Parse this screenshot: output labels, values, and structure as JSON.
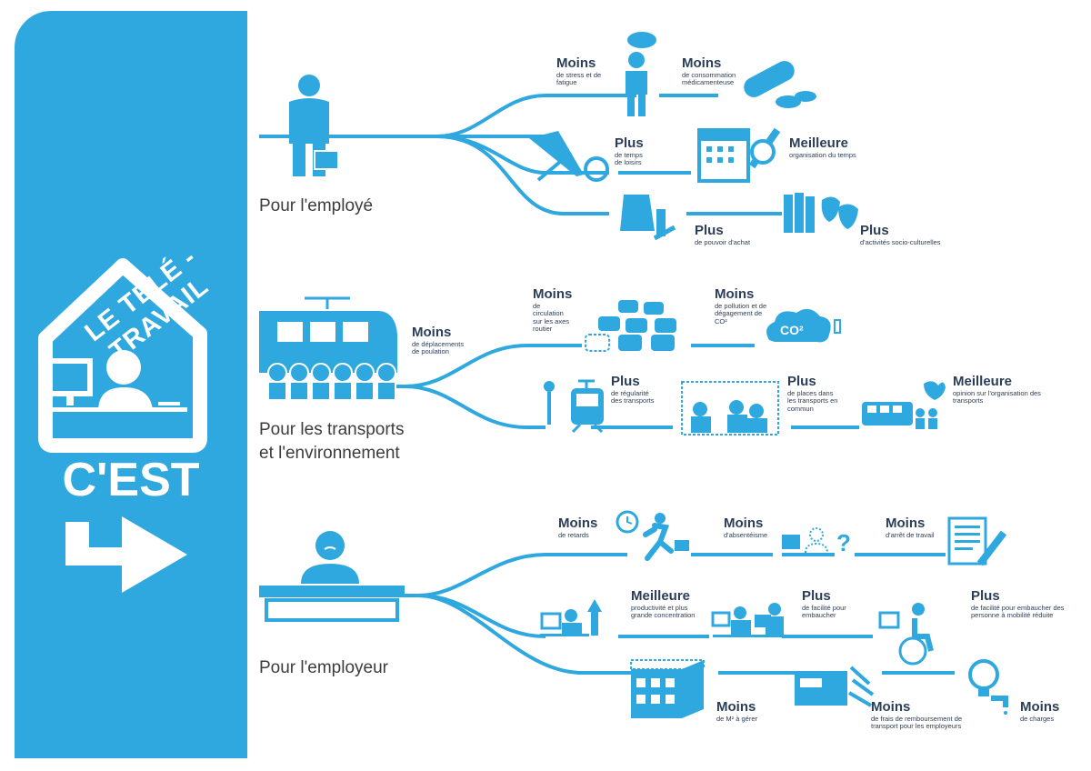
{
  "sidebar": {
    "title_top": "LE TÉLÉ - TRAVAIL",
    "subtitle": "C'EST"
  },
  "colors": {
    "accent": "#2fa8df",
    "text_dark": "#2c3e57",
    "heading": "#3c3c3c"
  },
  "groups": [
    {
      "title_lines": [
        "Pour l'employé"
      ],
      "benefits": [
        {
          "head": "Moins",
          "sub": "de stress et de fatigue",
          "icon": "stressed-person-icon"
        },
        {
          "head": "Moins",
          "sub": "de consommation médicamenteuse",
          "icon": "pills-icon"
        },
        {
          "head": "Plus",
          "sub": "de temps de loisirs",
          "icon": "beach-chair-icon"
        },
        {
          "head": "Meilleure",
          "sub": "organisation du temps",
          "icon": "calendar-watch-icon"
        },
        {
          "head": "Plus",
          "sub": "de pouvoir d'achat",
          "icon": "shopping-bag-icon"
        },
        {
          "head": "Plus",
          "sub": "d'activités socio-culturelles",
          "icon": "books-masks-icon"
        }
      ]
    },
    {
      "title_lines": [
        "Pour les transports",
        "et l'environnement"
      ],
      "benefits": [
        {
          "head": "Moins",
          "sub": "de déplacements de poulation",
          "icon": "train-crowd-icon"
        },
        {
          "head": "Moins",
          "sub": "de circulation sur les axes routier",
          "icon": "traffic-jam-icon"
        },
        {
          "head": "Moins",
          "sub": "de pollution et de dégagement de CO²",
          "icon": "co2-cloud-icon"
        },
        {
          "head": "Plus",
          "sub": "de régularité des transports",
          "icon": "tram-icon"
        },
        {
          "head": "Plus",
          "sub": "de places dans les transports en commun",
          "icon": "bus-seats-icon"
        },
        {
          "head": "Meilleure",
          "sub": "opinion sur l'organisation des transports",
          "icon": "bus-heart-icon"
        }
      ]
    },
    {
      "title_lines": [
        "Pour l'employeur"
      ],
      "benefits": [
        {
          "head": "Moins",
          "sub": "de retards",
          "icon": "running-late-icon"
        },
        {
          "head": "Moins",
          "sub": "d'absentéisme",
          "icon": "absent-desk-icon"
        },
        {
          "head": "Moins",
          "sub": "d'arrêt de travail",
          "icon": "sick-note-icon"
        },
        {
          "head": "Meilleure",
          "sub": "productivité et plus grande concentration",
          "icon": "productivity-icon"
        },
        {
          "head": "Plus",
          "sub": "de facilité pour embaucher",
          "icon": "hiring-icon"
        },
        {
          "head": "Plus",
          "sub": "de facilité pour embaucher des personne à mobilité réduite",
          "icon": "wheelchair-icon"
        },
        {
          "head": "Moins",
          "sub": "de M² à gérer",
          "icon": "building-icon"
        },
        {
          "head": "Moins",
          "sub": "de frais de remboursement de transport pour les employeurs",
          "icon": "transport-cards-icon"
        },
        {
          "head": "Moins",
          "sub": "de charges",
          "icon": "bulb-tap-icon"
        }
      ]
    }
  ]
}
